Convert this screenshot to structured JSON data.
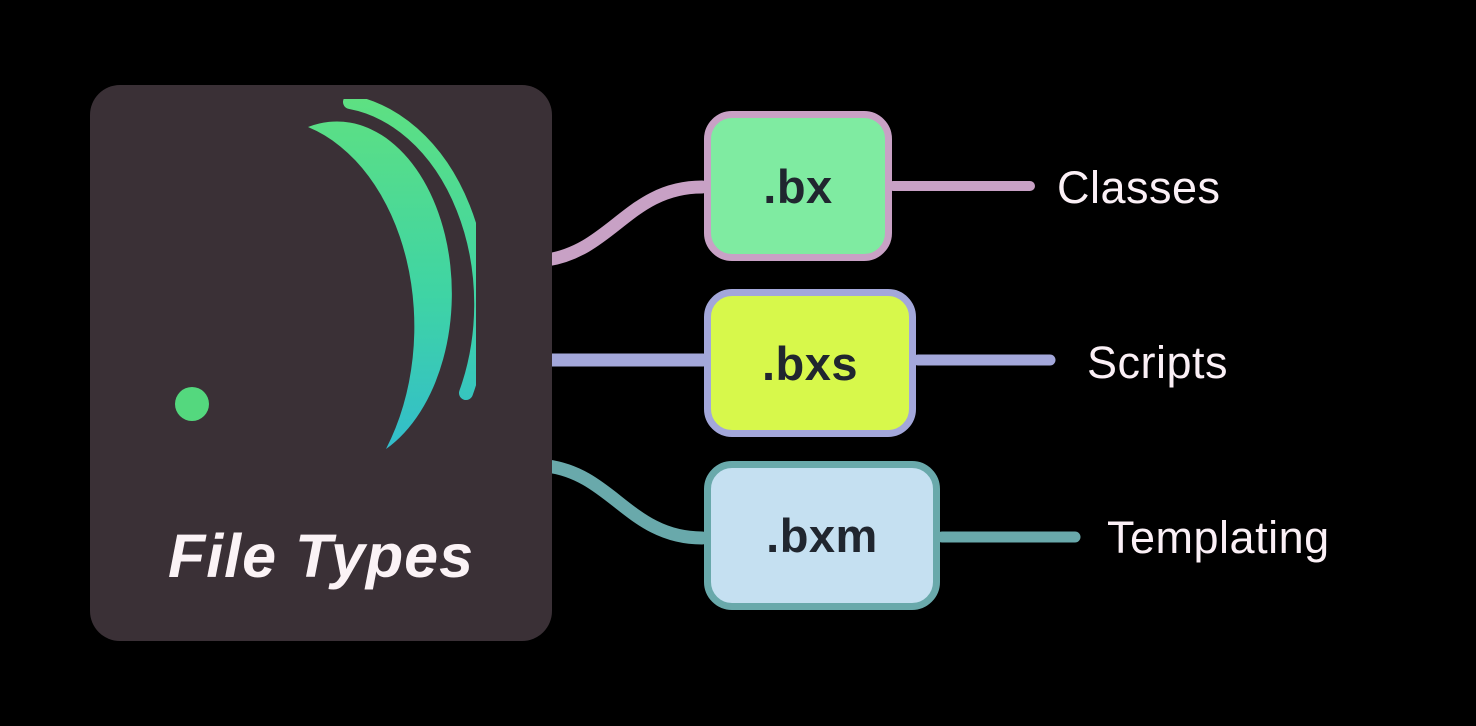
{
  "colors": {
    "page_background": "#000000",
    "card_background": "#3A3036",
    "card_title": "#FBF3F6",
    "box_text": "#20262F",
    "category_text": "#FBF0F6"
  },
  "card": {
    "title": "File Types",
    "logo": {
      "name": "boxlang-crescent-logo",
      "gradient_top": "#5EE082",
      "gradient_mid": "#3FD4A4",
      "gradient_bottom": "#2FB7D6",
      "dot_color": "#54D87E"
    }
  },
  "nodes": [
    {
      "id": "bx",
      "extension": ".bx",
      "category": "Classes",
      "fill": "#7FEBA1",
      "border": "#C8A1C5",
      "connector": "#C8A1C5"
    },
    {
      "id": "bxs",
      "extension": ".bxs",
      "category": "Scripts",
      "fill": "#D7F84B",
      "border": "#A3A7DA",
      "connector": "#A3A7DA"
    },
    {
      "id": "bxm",
      "extension": ".bxm",
      "category": "Templating",
      "fill": "#C5E0F1",
      "border": "#69A9AB",
      "connector": "#69A9AB"
    }
  ]
}
